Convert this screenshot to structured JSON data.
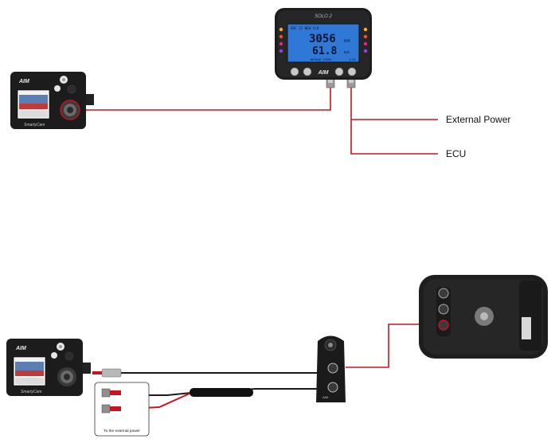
{
  "top_section": {
    "dash_brand": "SOLO 2",
    "dash_logo": "AIM",
    "dash_display": {
      "row1": "SRC  1C  NEW CLR",
      "big_value": "3056",
      "big_unit": "RPM",
      "mid_value": "61.8",
      "mid_unit": "kph",
      "bottom_left": "BESKAB TIMER",
      "bottom_right": "1:05"
    },
    "camera_logo": "AIM",
    "camera_model": "SmartyCam",
    "labels": {
      "external_power": "External Power",
      "ecu": "ECU"
    }
  },
  "bottom_section": {
    "camera_logo": "AIM",
    "camera_model": "SmartyCam",
    "power_box_label": "To the external power",
    "hub_logo": "AIM"
  },
  "colors": {
    "cable_red": "#c8141e",
    "cable_black": "#1a1a1a",
    "device_body": "#1c1c1c",
    "dash_screen": "#2f78d6"
  }
}
